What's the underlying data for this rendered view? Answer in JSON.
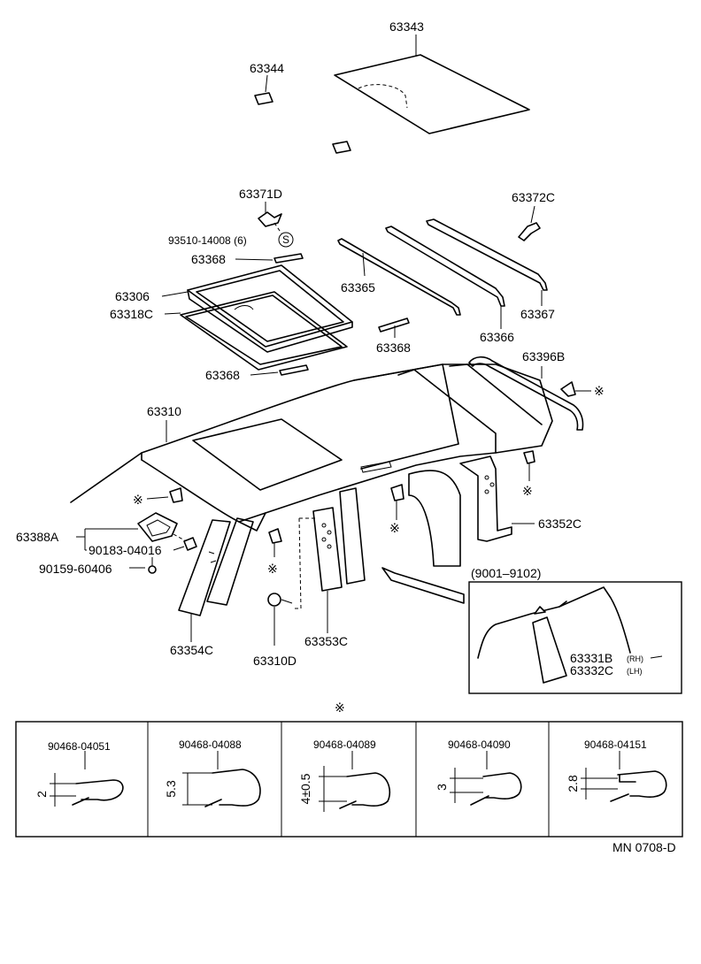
{
  "labels": {
    "p63343": "63343",
    "p63344": "63344",
    "p63371D": "63371D",
    "p93510": "93510-14008 (6)",
    "s_mark": "S",
    "p63368a": "63368",
    "p63306": "63306",
    "p63318C": "63318C",
    "p63368b": "63368",
    "p63365": "63365",
    "p63368c": "63368",
    "p63366": "63366",
    "p63367": "63367",
    "p63372C": "63372C",
    "p63396B": "63396B",
    "p63310": "63310",
    "p63352C": "63352C",
    "p63388A": "63388A",
    "p90183": "90183-04016",
    "p90159": "90159-60406",
    "p63354C": "63354C",
    "p63310D": "63310D",
    "p63353C": "63353C"
  },
  "inset": {
    "range": "(9001–9102)",
    "rh_part": "63331B",
    "rh_side": "(RH)",
    "lh_part": "63332C",
    "lh_side": "(LH)"
  },
  "clip_mark": "※",
  "clips": [
    {
      "part": "90468-04051",
      "dim": "2"
    },
    {
      "part": "90468-04088",
      "dim": "5.3"
    },
    {
      "part": "90468-04089",
      "dim": "4±0.5"
    },
    {
      "part": "90468-04090",
      "dim": "3"
    },
    {
      "part": "90468-04151",
      "dim": "2.8"
    }
  ],
  "footer_code": "MN 0708-D"
}
